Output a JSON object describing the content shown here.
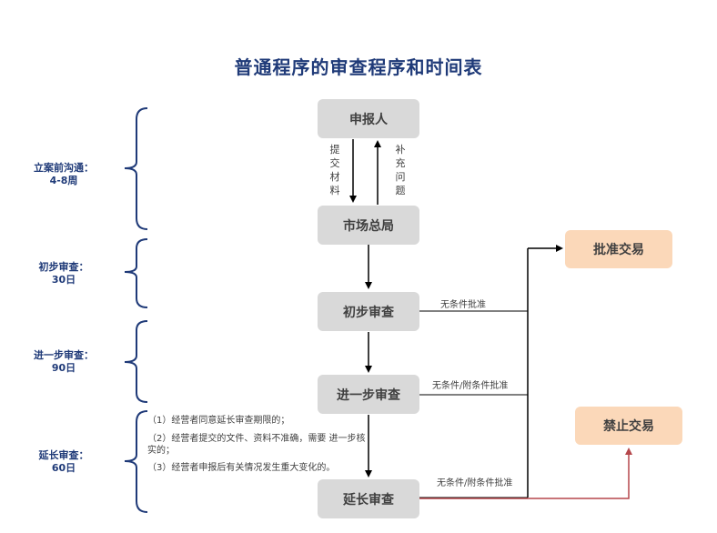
{
  "title": "普通程序的审查程序和时间表",
  "nodes": {
    "applicant": "申报人",
    "samr": "市场总局",
    "prelim": "初步审查",
    "further": "进一步审查",
    "extended": "延长审查",
    "approve": "批准交易",
    "prohibit": "禁止交易"
  },
  "edges": {
    "submit": "提交材料",
    "supplement": "补充问题",
    "unconditional": "无条件批准",
    "cond_further": "无条件/附条件批准",
    "cond_extended": "无条件/附条件批准"
  },
  "phases": [
    {
      "name": "立案前沟通：",
      "duration": "4-8周"
    },
    {
      "name": "初步审查：",
      "duration": "30日"
    },
    {
      "name": "进一步审查：",
      "duration": "90日"
    },
    {
      "name": "延长审查：",
      "duration": "60日"
    }
  ],
  "notes": [
    "（1）经营者同意延长审查期限的；",
    "（2）经营者提交的文件、资料不准确，需要 进一步核实的；",
    "（3）经营者申报后有关情况发生重大变化的。"
  ],
  "colors": {
    "title": "#1f3a78",
    "node": "#d9d9d9",
    "outcome": "#fbd8b9",
    "line": "#000000",
    "prohibit_line": "#b5474b"
  }
}
